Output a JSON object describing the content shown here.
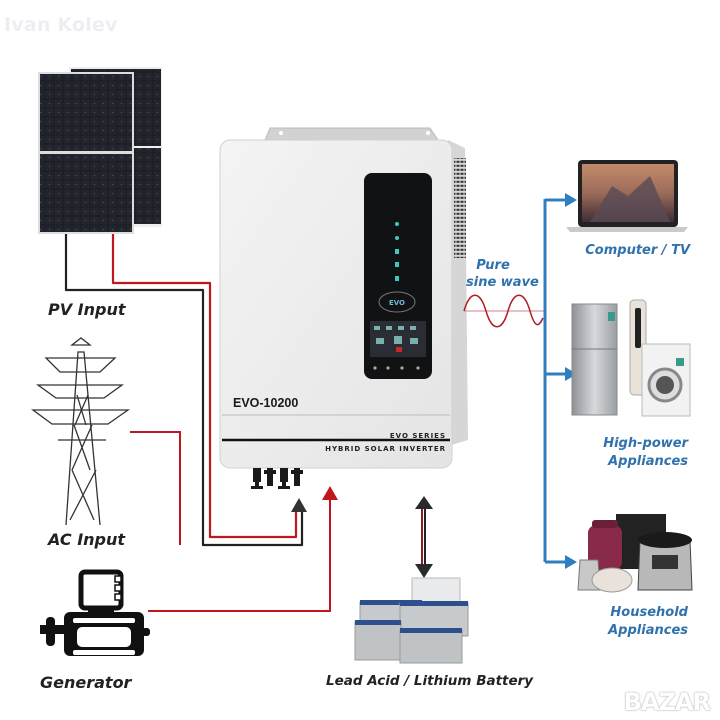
{
  "watermark": {
    "author": "Ivan Kolev",
    "site": "BAZAR"
  },
  "inputs": {
    "pv": {
      "label": "PV Input",
      "icon": "solar-panel-icon"
    },
    "ac": {
      "label": "AC Input",
      "icon": "power-tower-icon"
    },
    "generator": {
      "label": "Generator",
      "icon": "generator-icon"
    }
  },
  "inverter": {
    "model": "EVO-10200",
    "series": "EVO SERIES",
    "type": "HYBRID SOLAR INVERTER",
    "display_logo": "EVO"
  },
  "output": {
    "waveform_label_line1": "Pure",
    "waveform_label_line2": "sine wave",
    "loads": [
      {
        "label_line1": "Computer / TV",
        "label_line2": "",
        "icon": "laptop-icon"
      },
      {
        "label_line1": "High-power",
        "label_line2": "Appliances",
        "icon": "refrigerator-washer-icon"
      },
      {
        "label_line1": "Household",
        "label_line2": "Appliances",
        "icon": "kitchen-appliances-icon"
      }
    ]
  },
  "storage": {
    "label": "Lead Acid / Lithium Battery",
    "icon": "battery-bank-icon"
  },
  "colors": {
    "positive_wire": "#c0161d",
    "negative_wire": "#222222",
    "output_line": "#2f7fc0",
    "load_label": "#2f72ad",
    "sine_wave": "#c0161d"
  }
}
